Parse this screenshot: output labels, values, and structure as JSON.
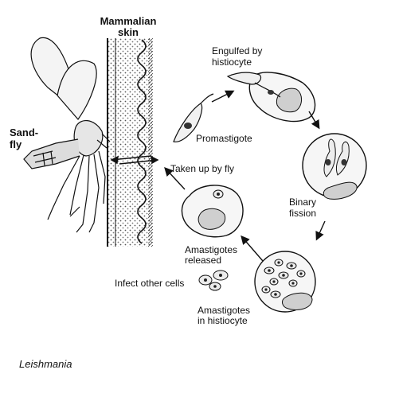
{
  "labels": {
    "skin_line1": "Mammalian",
    "skin_line2": "skin",
    "sandfly_line1": "Sand-",
    "sandfly_line2": "fly",
    "engulfed_line1": "Engulfed by",
    "engulfed_line2": "histiocyte",
    "promastigote": "Promastigote",
    "taken_up": "Taken up by fly",
    "binary_line1": "Binary",
    "binary_line2": "fission",
    "released_line1": "Amastigotes",
    "released_line2": "released",
    "infect": "Infect other cells",
    "in_histio_line1": "Amastigotes",
    "in_histio_line2": "in histiocyte",
    "organism": "Leishmania"
  }
}
